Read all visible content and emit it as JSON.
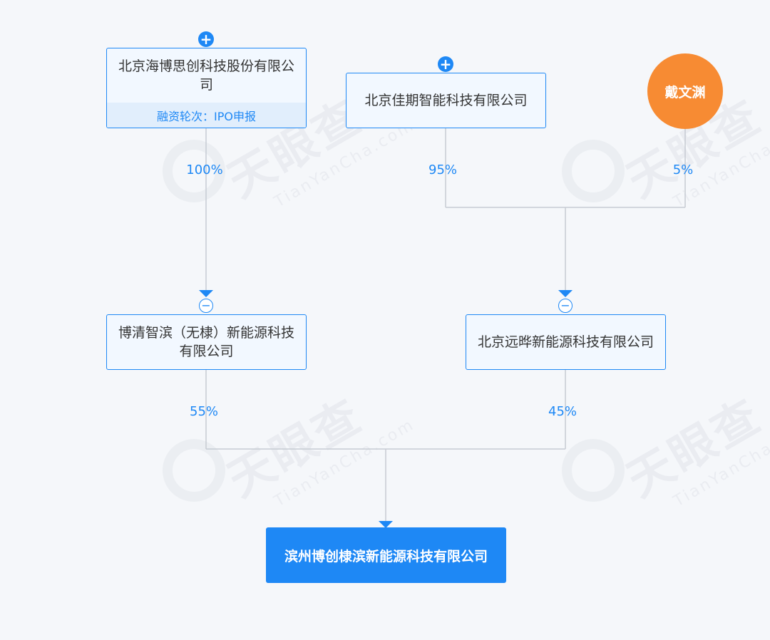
{
  "watermark": {
    "brand_cn": "天眼查",
    "brand_en": "TianYanCha.com"
  },
  "nodes": {
    "haibo": {
      "name": "北京海博思创科技股份有限公司",
      "financing": "融资轮次：IPO申报"
    },
    "jiaqi": {
      "name": "北京佳期智能科技有限公司"
    },
    "person": {
      "name": "戴文渊"
    },
    "boqing": {
      "name": "博清智滨（无棣）新能源科技有限公司"
    },
    "yuanye": {
      "name": "北京远晔新能源科技有限公司"
    },
    "target": {
      "name": "滨州博创棣滨新能源科技有限公司"
    }
  },
  "edges": {
    "haibo_to_boqing": "100%",
    "jiaqi_to_yuanye": "95%",
    "person_to_yuanye": "5%",
    "boqing_to_target": "55%",
    "yuanye_to_target": "45%"
  },
  "icons": {
    "expand": "+",
    "collapse": "−"
  },
  "colors": {
    "primary": "#1e88f5",
    "node_bg": "#f2f8ff",
    "sub_bg": "#e1eefc",
    "person": "#f78b33",
    "connector": "#c6cbd3",
    "background": "#f5f7fa"
  }
}
